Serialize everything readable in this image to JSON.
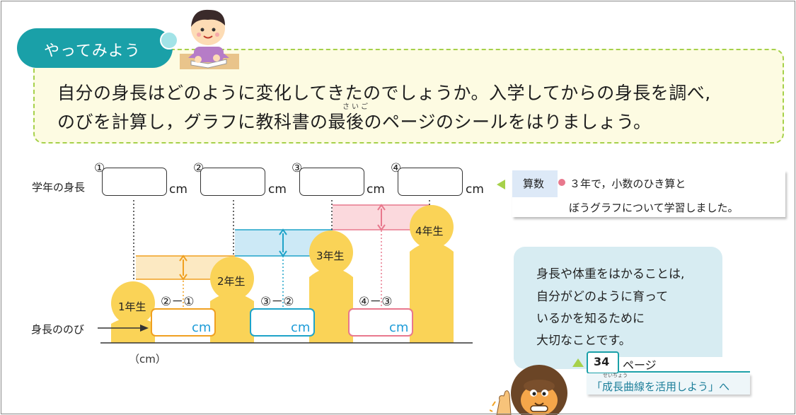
{
  "activity": {
    "label": "やってみよう",
    "line1": "自分の身長はどのように変化してきたのでしょうか。入学してからの身長を調べ,",
    "line2": "のびを計算し，グラフに教科書の最後のページのシールをはりましょう。",
    "ruby_saigo": "さいご"
  },
  "chart": {
    "row_label_height": "学年の身長",
    "row_label_growth": "身長ののび",
    "unit": "cm",
    "unit_axis": "（cm）",
    "height_boxes": [
      {
        "num": "①"
      },
      {
        "num": "②"
      },
      {
        "num": "③"
      },
      {
        "num": "④"
      }
    ],
    "grades": [
      "1年生",
      "2年生",
      "3年生",
      "4年生"
    ],
    "growth": [
      {
        "expr": "②－①",
        "color": "#f0a020"
      },
      {
        "expr": "③－②",
        "color": "#1ea3c8"
      },
      {
        "expr": "④－③",
        "color": "#e8788d"
      }
    ],
    "colors": {
      "figure": "#fad357",
      "band_orange": "#fce9c2",
      "band_blue": "#cce9f6",
      "band_pink": "#fbd9dd",
      "unit_blue": "#1e9cd8"
    }
  },
  "note": {
    "tag": "算数",
    "line1": "３年で，小数のひき算と",
    "line2": "ぼうグラフについて学習しました。"
  },
  "bubble": {
    "lines": [
      "身長や体重をはかることは,",
      "自分がどのように育って",
      "いるかを知るために",
      "大切なことです。"
    ]
  },
  "reference": {
    "page_number": "34",
    "page_word": "ページ",
    "link_text": "「成長曲線を活用しよう」へ",
    "ruby": "せいちょう"
  }
}
